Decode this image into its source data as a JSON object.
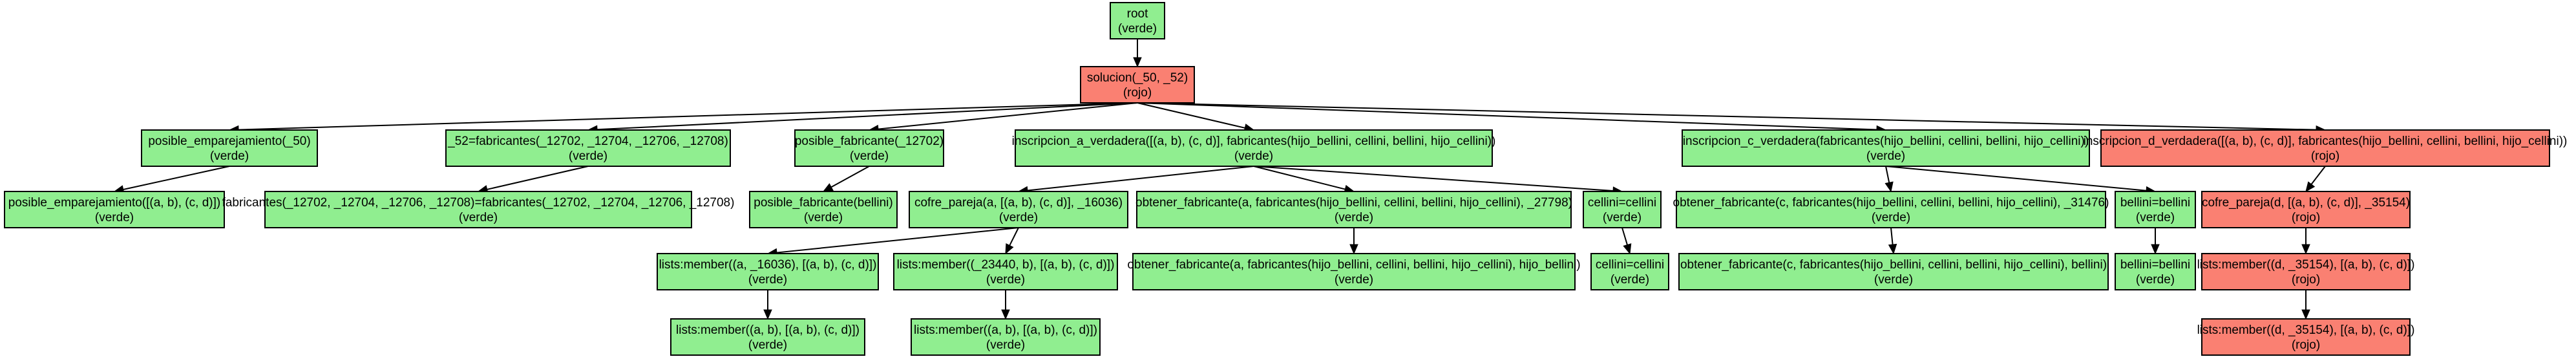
{
  "colors": {
    "verde": "#90ee90",
    "rojo": "#fa8072",
    "border": "#000000"
  },
  "nodes": [
    {
      "id": "n0",
      "line1": "root",
      "line2": "(verde)",
      "status": "verde"
    },
    {
      "id": "n1",
      "line1": "solucion(_50, _52)",
      "line2": "(rojo)",
      "status": "rojo"
    },
    {
      "id": "n2",
      "line1": "posible_emparejamiento(_50)",
      "line2": "(verde)",
      "status": "verde"
    },
    {
      "id": "n3",
      "line1": "_52=fabricantes(_12702, _12704, _12706, _12708)",
      "line2": "(verde)",
      "status": "verde"
    },
    {
      "id": "n4",
      "line1": "posible_fabricante(_12702)",
      "line2": "(verde)",
      "status": "verde"
    },
    {
      "id": "n5",
      "line1": "inscripcion_a_verdadera([(a, b), (c, d)], fabricantes(hijo_bellini, cellini, bellini, hijo_cellini))",
      "line2": "(verde)",
      "status": "verde"
    },
    {
      "id": "n6",
      "line1": "inscripcion_c_verdadera(fabricantes(hijo_bellini, cellini, bellini, hijo_cellini))",
      "line2": "(verde)",
      "status": "verde"
    },
    {
      "id": "n7",
      "line1": "inscripcion_d_verdadera([(a, b), (c, d)], fabricantes(hijo_bellini, cellini, bellini, hijo_cellini))",
      "line2": "(rojo)",
      "status": "rojo"
    },
    {
      "id": "n8",
      "line1": "posible_emparejamiento([(a, b), (c, d)])",
      "line2": "(verde)",
      "status": "verde"
    },
    {
      "id": "n9",
      "line1": "fabricantes(_12702, _12704, _12706, _12708)=fabricantes(_12702, _12704, _12706, _12708)",
      "line2": "(verde)",
      "status": "verde"
    },
    {
      "id": "n10",
      "line1": "posible_fabricante(bellini)",
      "line2": "(verde)",
      "status": "verde"
    },
    {
      "id": "n11",
      "line1": "cofre_pareja(a, [(a, b), (c, d)], _16036)",
      "line2": "(verde)",
      "status": "verde"
    },
    {
      "id": "n12",
      "line1": "obtener_fabricante(a, fabricantes(hijo_bellini, cellini, bellini, hijo_cellini), _27798)",
      "line2": "(verde)",
      "status": "verde"
    },
    {
      "id": "n13",
      "line1": "cellini=cellini",
      "line2": "(verde)",
      "status": "verde"
    },
    {
      "id": "n14",
      "line1": "obtener_fabricante(c, fabricantes(hijo_bellini, cellini, bellini, hijo_cellini), _31476)",
      "line2": "(verde)",
      "status": "verde"
    },
    {
      "id": "n15",
      "line1": "bellini=bellini",
      "line2": "(verde)",
      "status": "verde"
    },
    {
      "id": "n16",
      "line1": "cofre_pareja(d, [(a, b), (c, d)], _35154)",
      "line2": "(rojo)",
      "status": "rojo"
    },
    {
      "id": "n17",
      "line1": "lists:member((a, _16036), [(a, b), (c, d)])",
      "line2": "(verde)",
      "status": "verde"
    },
    {
      "id": "n18",
      "line1": "lists:member((_23440, b), [(a, b), (c, d)])",
      "line2": "(verde)",
      "status": "verde"
    },
    {
      "id": "n19",
      "line1": "obtener_fabricante(a, fabricantes(hijo_bellini, cellini, bellini, hijo_cellini), hijo_bellini)",
      "line2": "(verde)",
      "status": "verde"
    },
    {
      "id": "n20",
      "line1": "cellini=cellini",
      "line2": "(verde)",
      "status": "verde"
    },
    {
      "id": "n21",
      "line1": "obtener_fabricante(c, fabricantes(hijo_bellini, cellini, bellini, hijo_cellini), bellini)",
      "line2": "(verde)",
      "status": "verde"
    },
    {
      "id": "n22",
      "line1": "bellini=bellini",
      "line2": "(verde)",
      "status": "verde"
    },
    {
      "id": "n23",
      "line1": "lists:member((d, _35154), [(a, b), (c, d)])",
      "line2": "(rojo)",
      "status": "rojo"
    },
    {
      "id": "n24",
      "line1": "lists:member((a, b), [(a, b), (c, d)])",
      "line2": "(verde)",
      "status": "verde"
    },
    {
      "id": "n25",
      "line1": "lists:member((a, b), [(a, b), (c, d)])",
      "line2": "(verde)",
      "status": "verde"
    },
    {
      "id": "n26",
      "line1": "lists:member((d, _35154), [(a, b), (c, d)])",
      "line2": "(rojo)",
      "status": "rojo"
    }
  ],
  "edges": [
    [
      "n0",
      "n1"
    ],
    [
      "n1",
      "n2"
    ],
    [
      "n1",
      "n3"
    ],
    [
      "n1",
      "n4"
    ],
    [
      "n1",
      "n5"
    ],
    [
      "n1",
      "n6"
    ],
    [
      "n1",
      "n7"
    ],
    [
      "n2",
      "n8"
    ],
    [
      "n3",
      "n9"
    ],
    [
      "n4",
      "n10"
    ],
    [
      "n5",
      "n11"
    ],
    [
      "n5",
      "n12"
    ],
    [
      "n5",
      "n13"
    ],
    [
      "n6",
      "n14"
    ],
    [
      "n6",
      "n15"
    ],
    [
      "n7",
      "n16"
    ],
    [
      "n11",
      "n17"
    ],
    [
      "n11",
      "n18"
    ],
    [
      "n12",
      "n19"
    ],
    [
      "n13",
      "n20"
    ],
    [
      "n14",
      "n21"
    ],
    [
      "n15",
      "n22"
    ],
    [
      "n16",
      "n23"
    ],
    [
      "n17",
      "n24"
    ],
    [
      "n18",
      "n25"
    ],
    [
      "n23",
      "n26"
    ]
  ]
}
